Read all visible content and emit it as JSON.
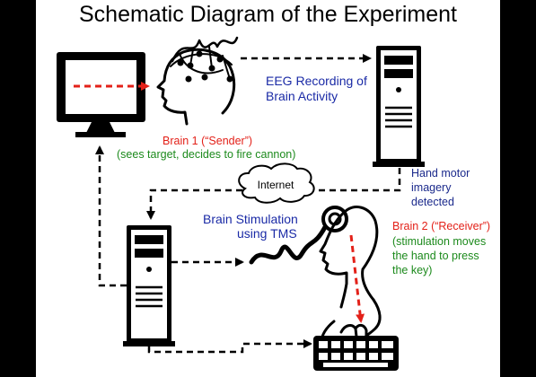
{
  "title": "Schematic Diagram of the Experiment",
  "labels": {
    "eeg_line1": "EEG Recording of",
    "eeg_line2": "Brain Activity",
    "brain1_name": "Brain 1 (“Sender”)",
    "brain1_desc": "(sees target, decides to fire cannon)",
    "hand_line1": "Hand motor",
    "hand_line2": "imagery",
    "hand_line3": "detected",
    "internet": "Internet",
    "stim_line1": "Brain Stimulation",
    "stim_line2": "using TMS",
    "brain2_name": "Brain 2 (“Receiver”)",
    "brain2_desc1": "(stimulation moves",
    "brain2_desc2": "the hand to press",
    "brain2_desc3": "the key)"
  },
  "colors": {
    "blue_text": "#1a2aa6",
    "red_text": "#e32119",
    "green_text": "#1c8a1c",
    "arrow_red": "#e32119",
    "background": "#000000",
    "canvas": "#ffffff"
  }
}
